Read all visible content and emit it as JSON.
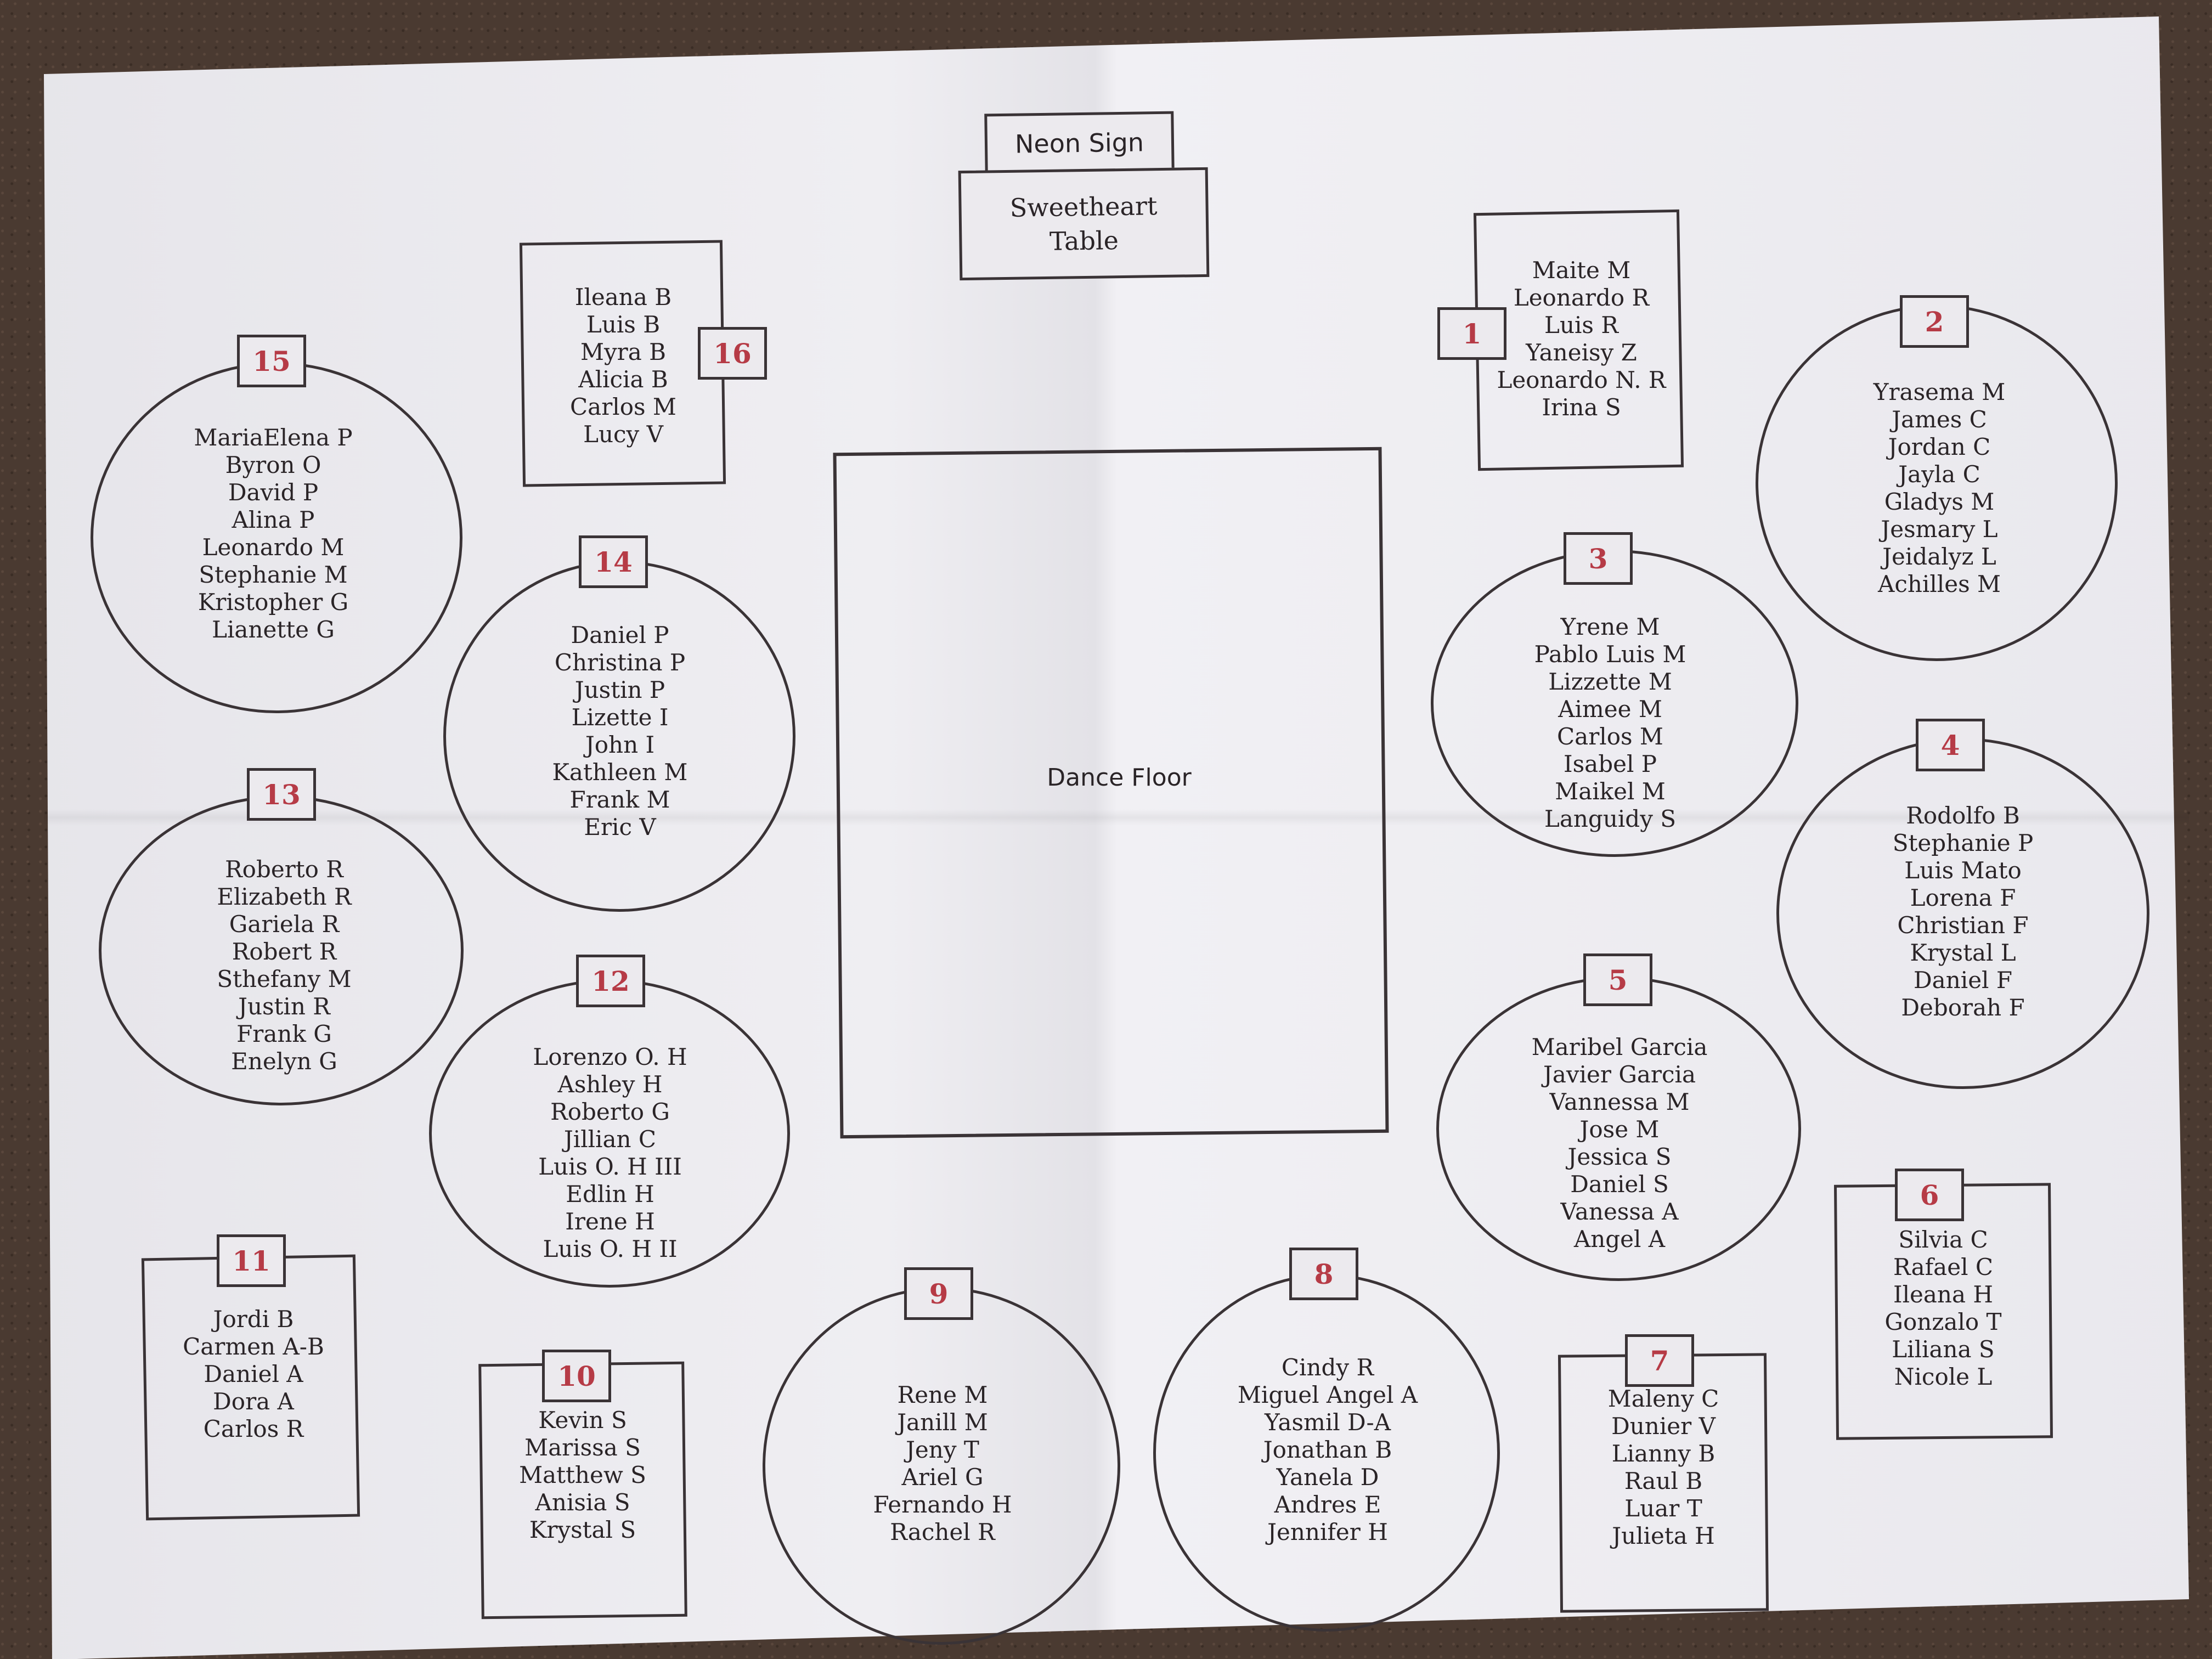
{
  "header": {
    "neon_sign": "Neon Sign",
    "sweetheart_table": "Sweetheart\nTable"
  },
  "dance_floor": "Dance Floor",
  "tables": [
    {
      "number": "1",
      "guests": [
        "Maite M",
        "Leonardo R",
        "Luis R",
        "Yaneisy Z",
        "Leonardo N. R",
        "Irina S"
      ]
    },
    {
      "number": "2",
      "guests": [
        "Yrasema M",
        "James C",
        "Jordan C",
        "Jayla C",
        "Gladys M",
        "Jesmary L",
        "Jeidalyz L",
        "Achilles M"
      ]
    },
    {
      "number": "3",
      "guests": [
        "Yrene M",
        "Pablo Luis M",
        "Lizzette M",
        "Aimee M",
        "Carlos M",
        "Isabel P",
        "Maikel M",
        "Languidy S"
      ]
    },
    {
      "number": "4",
      "guests": [
        "Rodolfo B",
        "Stephanie P",
        "Luis Mato",
        "Lorena F",
        "Christian F",
        "Krystal L",
        "Daniel F",
        "Deborah F"
      ]
    },
    {
      "number": "5",
      "guests": [
        "Maribel Garcia",
        "Javier Garcia",
        "Vannessa M",
        "Jose M",
        "Jessica S",
        "Daniel S",
        "Vanessa A",
        "Angel A"
      ]
    },
    {
      "number": "6",
      "guests": [
        "Silvia C",
        "Rafael C",
        "Ileana H",
        "Gonzalo T",
        "Liliana S",
        "Nicole L"
      ]
    },
    {
      "number": "7",
      "guests": [
        "Maleny C",
        "Dunier V",
        "Lianny B",
        "Raul B",
        "Luar T",
        "Julieta H"
      ]
    },
    {
      "number": "8",
      "guests": [
        "Cindy R",
        "Miguel Angel A",
        "Yasmil D-A",
        "Jonathan B",
        "Yanela D",
        "Andres E",
        "Jennifer H"
      ]
    },
    {
      "number": "9",
      "guests": [
        "Rene M",
        "Janill M",
        "Jeny T",
        "Ariel G",
        "Fernando H",
        "Rachel R"
      ]
    },
    {
      "number": "10",
      "guests": [
        "Kevin S",
        "Marissa S",
        "Matthew S",
        "Anisia S",
        "Krystal S"
      ]
    },
    {
      "number": "11",
      "guests": [
        "Jordi B",
        "Carmen A-B",
        "Daniel A",
        "Dora A",
        "Carlos R"
      ]
    },
    {
      "number": "12",
      "guests": [
        "Lorenzo O. H",
        "Ashley H",
        "Roberto G",
        "Jillian C",
        "Luis O. H III",
        "Edlin H",
        "Irene H",
        "Luis O. H II"
      ]
    },
    {
      "number": "13",
      "guests": [
        "Roberto R",
        "Elizabeth R",
        "Gariela R",
        "Robert R",
        "Sthefany M",
        "Justin R",
        "Frank G",
        "Enelyn G"
      ]
    },
    {
      "number": "14",
      "guests": [
        "Daniel P",
        "Christina P",
        "Justin P",
        "Lizette I",
        "John I",
        "Kathleen M",
        "Frank M",
        "Eric V"
      ]
    },
    {
      "number": "15",
      "guests": [
        "MariaElena P",
        "Byron O",
        "David P",
        "Alina P",
        "Leonardo M",
        "Stephanie M",
        "Kristopher G",
        "Lianette G"
      ]
    },
    {
      "number": "16",
      "guests": [
        "Ileana B",
        "Luis B",
        "Myra B",
        "Alicia B",
        "Carlos M",
        "Lucy V"
      ]
    }
  ]
}
